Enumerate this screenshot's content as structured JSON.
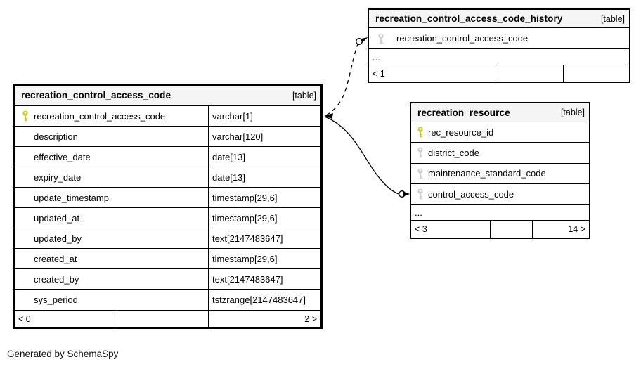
{
  "diagram": {
    "footer_note": "Generated by SchemaSpy",
    "colors": {
      "header_bg": "#f5f5f5",
      "border": "#000000",
      "primary_key_icon": "#cbcc29",
      "foreign_key_icon": "#cfcfcf"
    },
    "icons": {
      "primary_key": "key-icon (yellow)",
      "foreign_key": "key-icon (gray)"
    },
    "relationships": [
      {
        "from": "recreation_control_access_code",
        "to": "recreation_control_access_code_history.recreation_control_access_code",
        "style": "dashed"
      },
      {
        "from": "recreation_control_access_code",
        "to": "recreation_resource.control_access_code",
        "style": "solid"
      }
    ],
    "tables": [
      {
        "title": "recreation_control_access_code",
        "badge": "[table]",
        "columns": [
          {
            "name": "recreation_control_access_code",
            "type": "varchar[1]",
            "key": "primary"
          },
          {
            "name": "description",
            "type": "varchar[120]",
            "key": "none"
          },
          {
            "name": "effective_date",
            "type": "date[13]",
            "key": "none"
          },
          {
            "name": "expiry_date",
            "type": "date[13]",
            "key": "none"
          },
          {
            "name": "update_timestamp",
            "type": "timestamp[29,6]",
            "key": "none"
          },
          {
            "name": "updated_at",
            "type": "timestamp[29,6]",
            "key": "none"
          },
          {
            "name": "updated_by",
            "type": "text[2147483647]",
            "key": "none"
          },
          {
            "name": "created_at",
            "type": "timestamp[29,6]",
            "key": "none"
          },
          {
            "name": "created_by",
            "type": "text[2147483647]",
            "key": "none"
          },
          {
            "name": "sys_period",
            "type": "tstzrange[2147483647]",
            "key": "none"
          }
        ],
        "footer": {
          "left": "< 0",
          "middle": "",
          "right": "2 >"
        }
      },
      {
        "title": "recreation_control_access_code_history",
        "badge": "[table]",
        "columns": [
          {
            "name": "recreation_control_access_code",
            "key": "foreign"
          }
        ],
        "ellipsis": "...",
        "footer": {
          "left": "< 1",
          "middle": "",
          "right": ""
        }
      },
      {
        "title": "recreation_resource",
        "badge": "[table]",
        "columns": [
          {
            "name": "rec_resource_id",
            "key": "primary"
          },
          {
            "name": "district_code",
            "key": "foreign"
          },
          {
            "name": "maintenance_standard_code",
            "key": "foreign"
          },
          {
            "name": "control_access_code",
            "key": "foreign"
          }
        ],
        "ellipsis": "...",
        "footer": {
          "left": "< 3",
          "middle": "",
          "right": "14 >"
        }
      }
    ]
  }
}
